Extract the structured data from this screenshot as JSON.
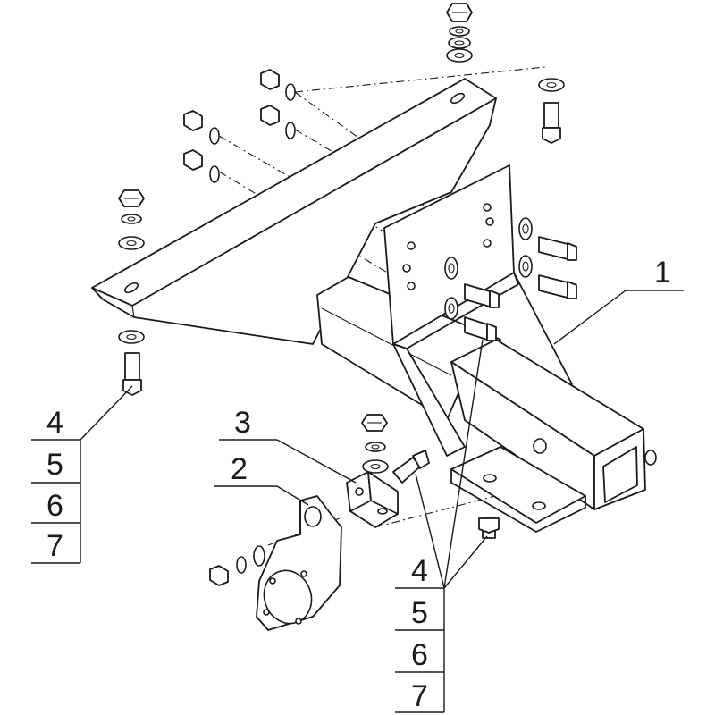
{
  "callouts": {
    "part_1": "1",
    "part_2": "2",
    "part_3": "3"
  },
  "left_table": {
    "rows": [
      "4",
      "5",
      "6",
      "7"
    ]
  },
  "bottom_table": {
    "rows": [
      "4",
      "5",
      "6",
      "7"
    ]
  },
  "colors": {
    "line": "#1a1a1a",
    "background": "#ffffff"
  }
}
